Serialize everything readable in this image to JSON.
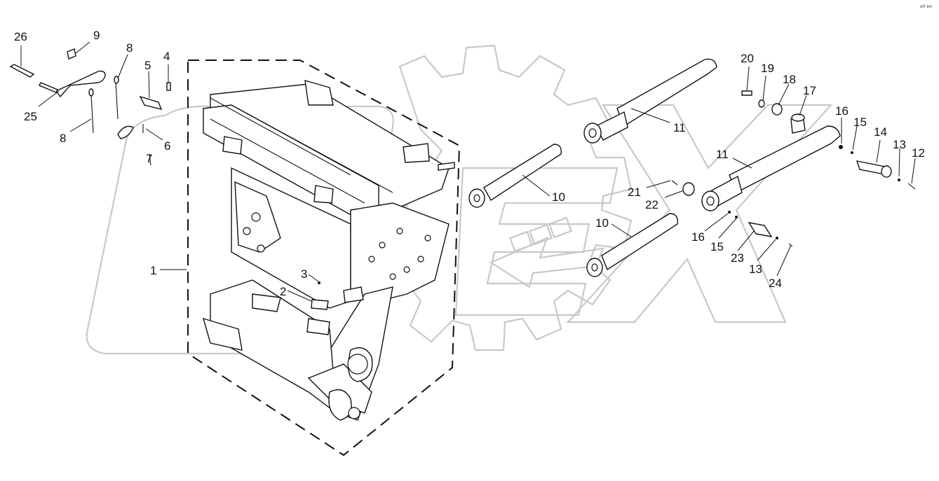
{
  "diagram": {
    "corner_mark": "e0 ee",
    "callouts": [
      {
        "id": "c26",
        "text": "26"
      },
      {
        "id": "c9",
        "text": "9"
      },
      {
        "id": "c8a",
        "text": "8"
      },
      {
        "id": "c5",
        "text": "5"
      },
      {
        "id": "c4",
        "text": "4"
      },
      {
        "id": "c25",
        "text": "25"
      },
      {
        "id": "c8b",
        "text": "8"
      },
      {
        "id": "c6",
        "text": "6"
      },
      {
        "id": "c7",
        "text": "7"
      },
      {
        "id": "c1",
        "text": "1"
      },
      {
        "id": "c3",
        "text": "3"
      },
      {
        "id": "c2",
        "text": "2"
      },
      {
        "id": "c11a",
        "text": "11"
      },
      {
        "id": "c10a",
        "text": "10"
      },
      {
        "id": "c10b",
        "text": "10"
      },
      {
        "id": "c21",
        "text": "21"
      },
      {
        "id": "c22",
        "text": "22"
      },
      {
        "id": "c20",
        "text": "20"
      },
      {
        "id": "c19",
        "text": "19"
      },
      {
        "id": "c18",
        "text": "18"
      },
      {
        "id": "c17",
        "text": "17"
      },
      {
        "id": "c16a",
        "text": "16"
      },
      {
        "id": "c15a",
        "text": "15"
      },
      {
        "id": "c14",
        "text": "14"
      },
      {
        "id": "c13a",
        "text": "13"
      },
      {
        "id": "c12",
        "text": "12"
      },
      {
        "id": "c11b",
        "text": "11"
      },
      {
        "id": "c16b",
        "text": "16"
      },
      {
        "id": "c15b",
        "text": "15"
      },
      {
        "id": "c23",
        "text": "23"
      },
      {
        "id": "c13b",
        "text": "13"
      },
      {
        "id": "c24",
        "text": "24"
      }
    ]
  }
}
